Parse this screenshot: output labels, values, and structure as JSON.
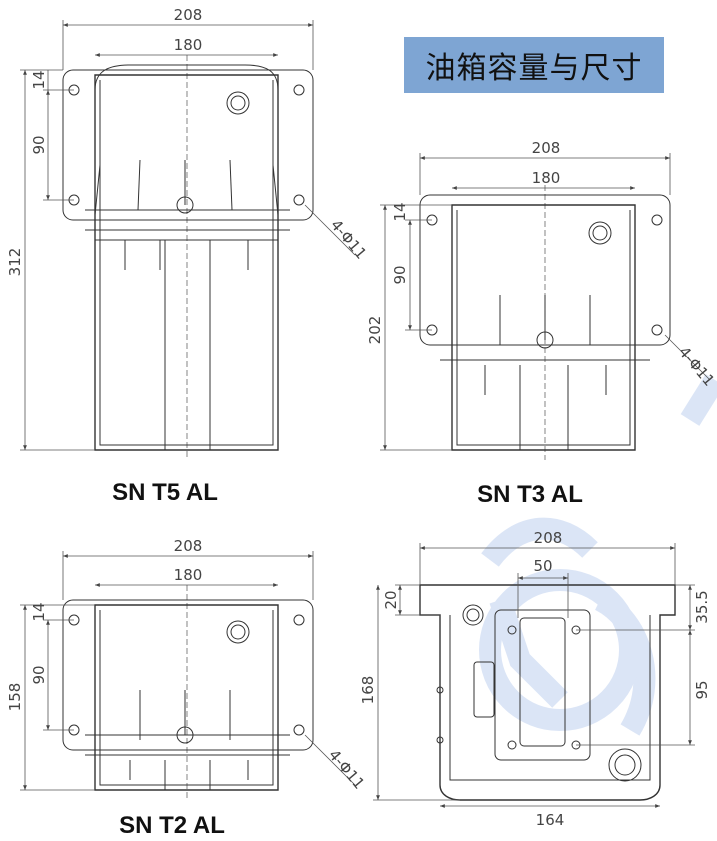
{
  "title": "油箱容量与尺寸",
  "watermark_color": "#9bb6e6",
  "tanks": [
    {
      "model": "SN T5 AL",
      "width": "208",
      "bolt_span": "180",
      "top_offset": "14",
      "bolt_pitch": "90",
      "height": "312",
      "holes": "4-Φ11"
    },
    {
      "model": "SN T3 AL",
      "width": "208",
      "bolt_span": "180",
      "top_offset": "14",
      "bolt_pitch": "90",
      "height": "202",
      "holes": "4-Φ11"
    },
    {
      "model": "SN T2 AL",
      "width": "208",
      "bolt_span": "180",
      "top_offset": "14",
      "bolt_pitch": "90",
      "height": "158",
      "holes": "4-Φ11"
    }
  ],
  "side_view": {
    "width": "208",
    "window": "50",
    "flange": "20",
    "top_offset": "35.5",
    "pitch": "95",
    "height": "168",
    "base": "164"
  }
}
